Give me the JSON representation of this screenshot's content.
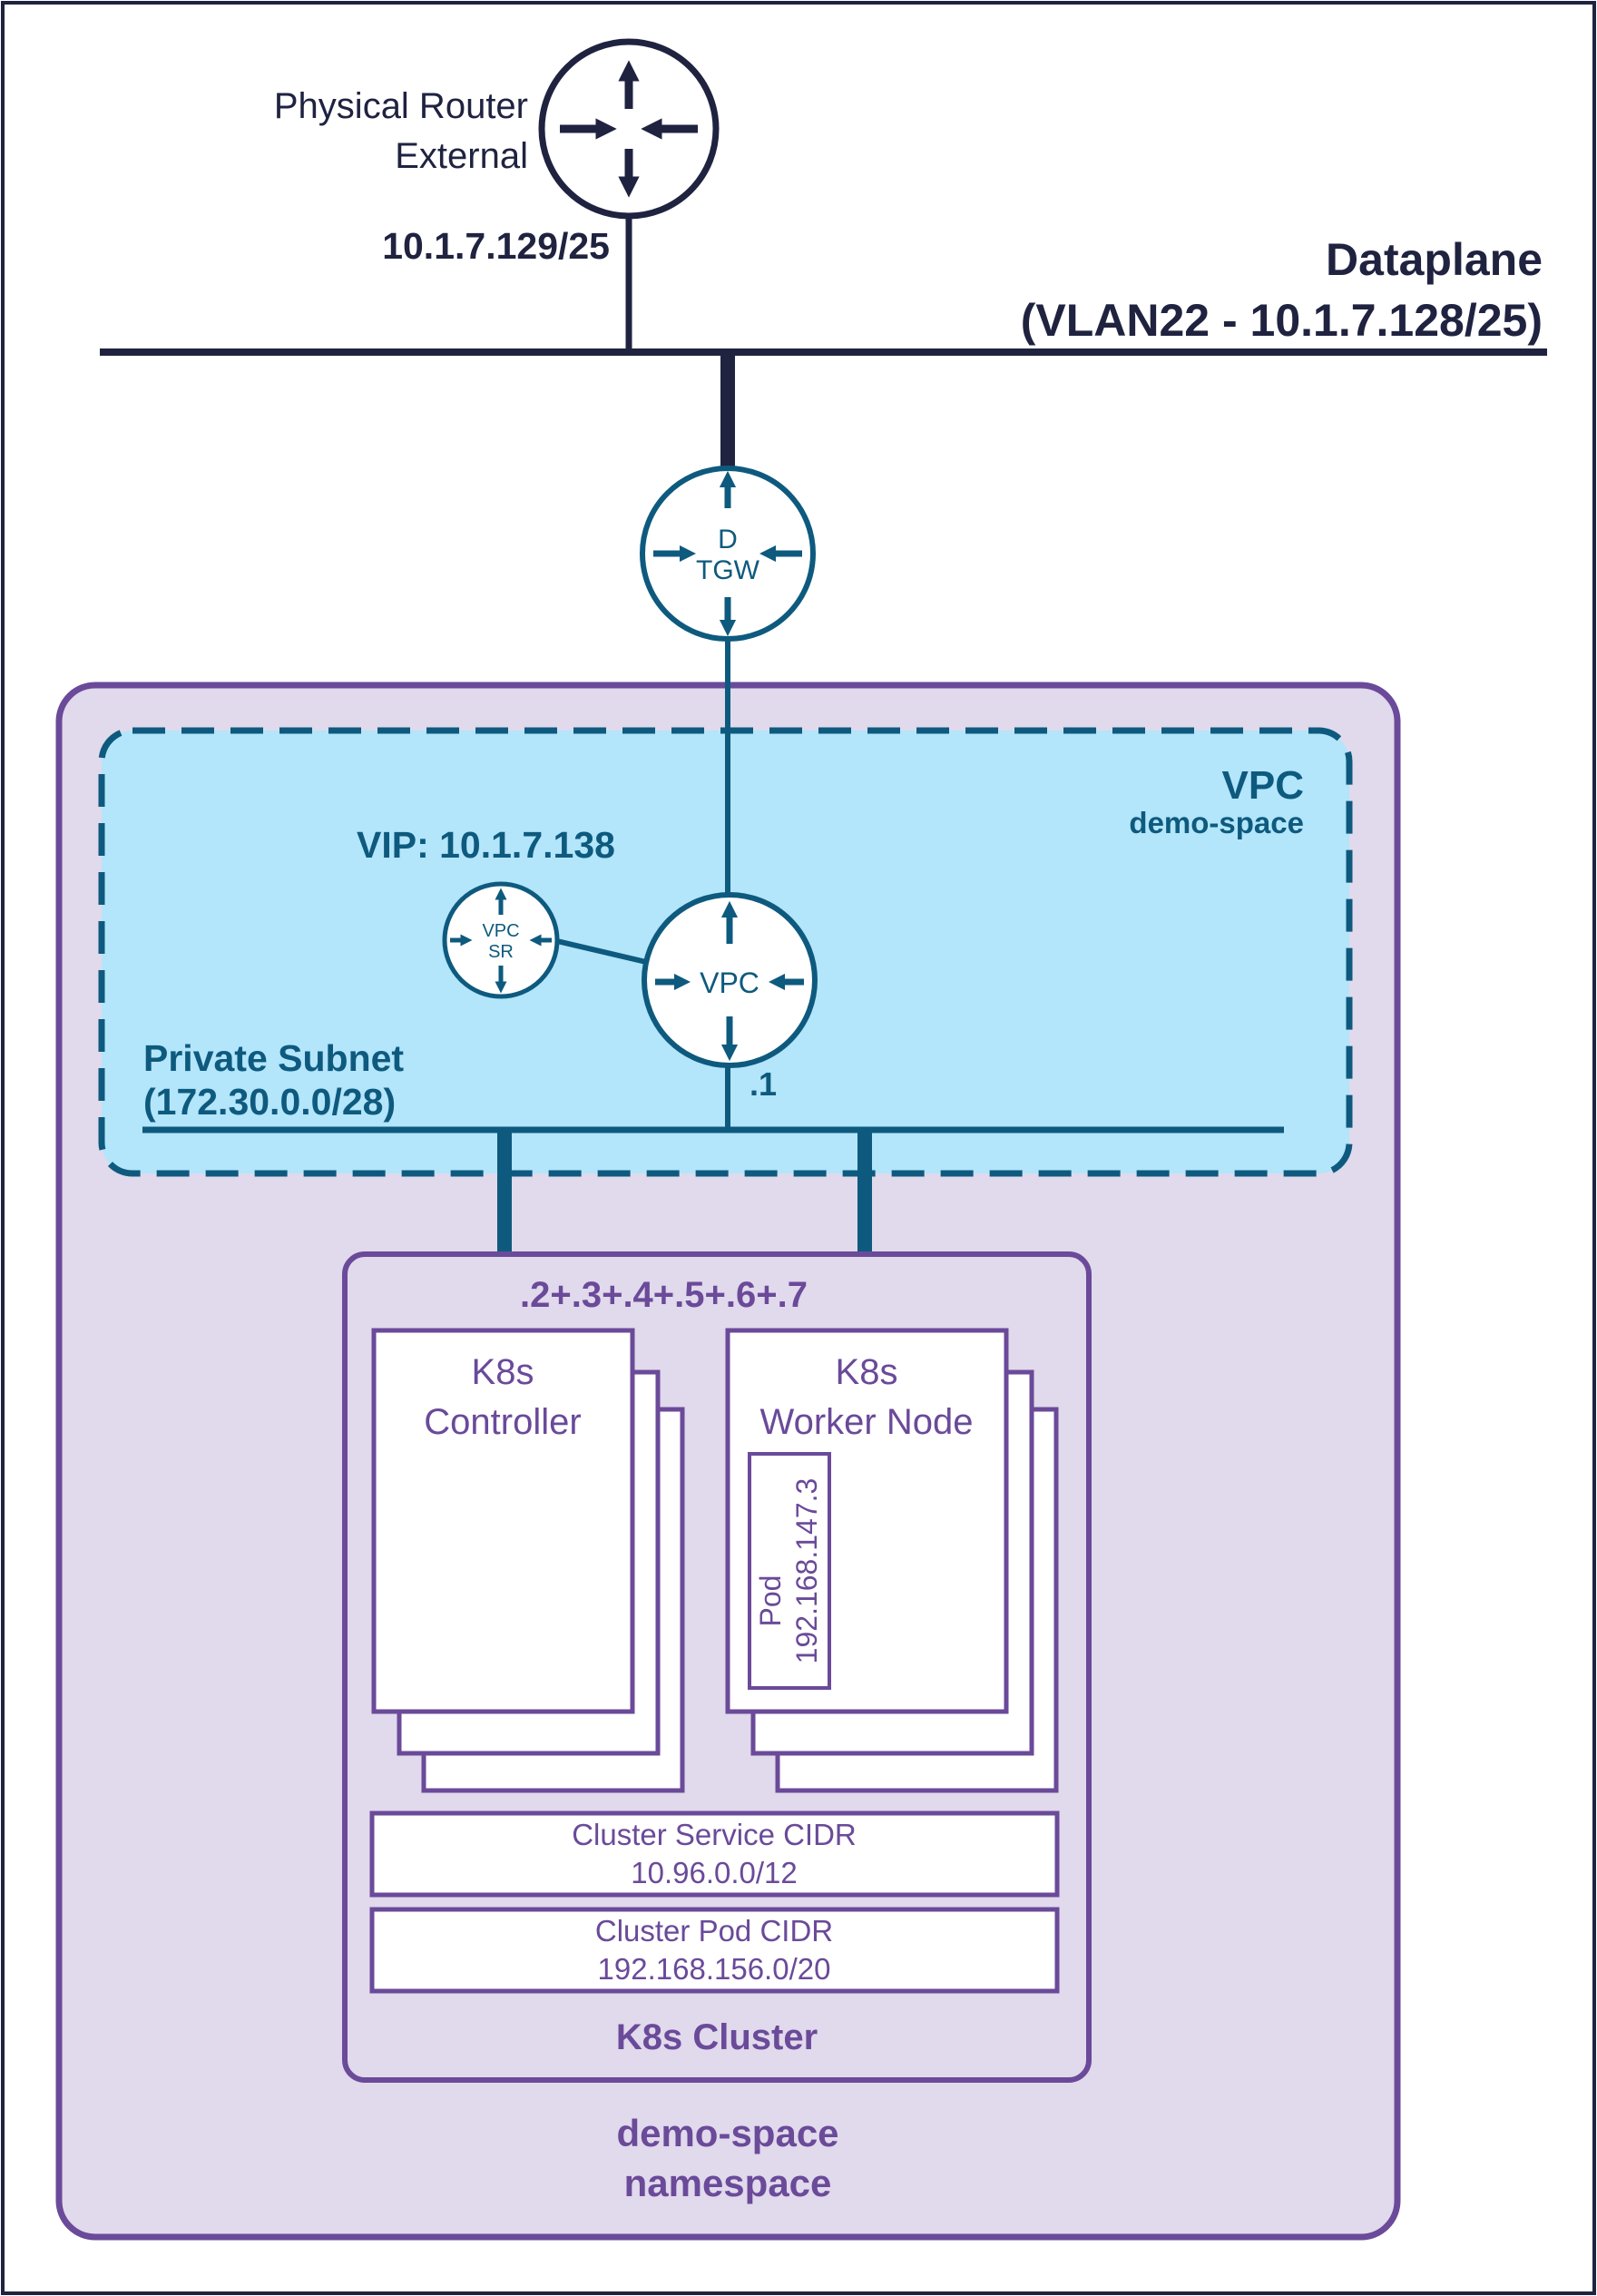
{
  "physical_router": {
    "line1": "Physical Router",
    "line2": "External",
    "ip": "10.1.7.129/25"
  },
  "dataplane": {
    "title": "Dataplane",
    "subtitle": "(VLAN22 - 10.1.7.128/25)"
  },
  "dtgw": {
    "line1": "D",
    "line2": "TGW"
  },
  "vpc_area": {
    "title": "VPC",
    "subtitle": "demo-space"
  },
  "vip": {
    "label": "VIP: 10.1.7.138"
  },
  "vpc_sr": {
    "line1": "VPC",
    "line2": "SR"
  },
  "vpc_router": {
    "label": "VPC",
    "gateway_suffix": ".1"
  },
  "private_subnet": {
    "line1": "Private Subnet",
    "line2": "(172.30.0.0/28)"
  },
  "node_ips": {
    "label": ".2+.3+.4+.5+.6+.7"
  },
  "k8s_controller": {
    "line1": "K8s",
    "line2": "Controller"
  },
  "k8s_worker": {
    "line1": "K8s",
    "line2": "Worker Node"
  },
  "pod": {
    "line1": "Pod",
    "line2": "192.168.147.3"
  },
  "service_cidr": {
    "line1": "Cluster Service CIDR",
    "line2": "10.96.0.0/12"
  },
  "pod_cidr": {
    "line1": "Cluster Pod CIDR",
    "line2": "192.168.156.0/20"
  },
  "k8s_cluster": {
    "label": "K8s Cluster"
  },
  "namespace": {
    "line1": "demo-space",
    "line2": "namespace"
  },
  "colors": {
    "ink": "#1f2340",
    "blue": "#0e5a7e",
    "vpc_fill": "#b3e5fb",
    "purple": "#6a4a99",
    "namespace_fill": "#e1d9ec"
  }
}
